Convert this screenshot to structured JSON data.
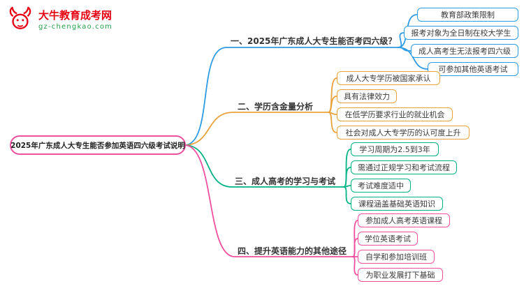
{
  "logo": {
    "icon": "bull-icon",
    "site_name": "大牛教育成考网",
    "site_url": "gz-chengkao.com",
    "name_color": "#e60012",
    "url_color": "#21a04a"
  },
  "root": {
    "label": "2025年广东成人大专生能否参加英语四六级考试说明",
    "color": "#ef4f9f"
  },
  "branches": [
    {
      "label": "一、2025年广东成人大专生能否考四六级？",
      "color": "#2e9ce4",
      "children": [
        "教育部政策限制",
        "报考对象为全日制在校大学生",
        "成人高考生无法报考四六级",
        "可参加其他英语考试"
      ]
    },
    {
      "label": "二、学历含金量分析",
      "color": "#e9a23b",
      "children": [
        "成人大专学历被国家承认",
        "具有法律效力",
        "在低学历要求行业的就业机会",
        "社会对成人大专学历的认可度上升"
      ]
    },
    {
      "label": "三、成人高考的学习与考试",
      "color": "#00b386",
      "children": [
        "学习周期为2.5到3年",
        "需通过正规学习和考试流程",
        "考试难度适中",
        "课程涵盖基础英语知识"
      ]
    },
    {
      "label": "四、提升英语能力的其他途径",
      "color": "#ef4f9f",
      "children": [
        "参加成人高考英语课程",
        "学位英语考试",
        "自学和参加培训班",
        "为职业发展打下基础"
      ]
    }
  ]
}
